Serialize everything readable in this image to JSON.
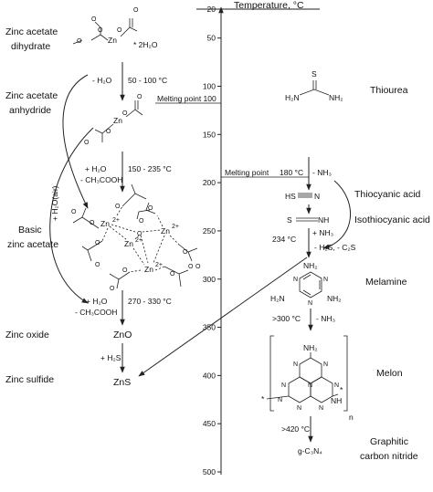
{
  "left_labels": {
    "zinc_acetate_dihydrate": [
      "Zinc acetate",
      "dihydrate"
    ],
    "zinc_acetate_anhydride": [
      "Zinc acetate",
      "anhydride"
    ],
    "basic_zinc_acetate": [
      "Basic",
      "zinc acetate"
    ],
    "zinc_oxide": "Zinc oxide",
    "zinc_sulfide": "Zinc sulfide"
  },
  "left_steps": {
    "step1_cond": "50 - 100 °C",
    "step1_reagent": "- H₂O",
    "step2_cond": "150 - 235 °C",
    "step2_reagent_1": "+ H₂O",
    "step2_reagent_2": "- CH₃COOH",
    "step3_cond": "270 - 330 °C",
    "step3_reagent_1": "+ H₂O",
    "step3_reagent_2": "- CH₃COOH",
    "step4_reagent": "+ H₂S",
    "air_water": "+ H₂O(air)"
  },
  "left_products": {
    "dihydrate_water": "* 2H₂O",
    "zno": "ZnO",
    "zns": "ZnS"
  },
  "atoms": {
    "zn": "Zn",
    "zn2": "Zn",
    "o": "O",
    "o_minus": "O",
    "charge2": "2+",
    "charge_minus": "-"
  },
  "axis": {
    "title": "Temperature, °C",
    "ticks": [
      "20",
      "50",
      "100",
      "150",
      "200",
      "250",
      "300",
      "350",
      "400",
      "450",
      "500"
    ],
    "melting_point_100": "Melting point 100",
    "melting_point_180": "Melting point",
    "melting_point_180_value": "180 °C"
  },
  "right_labels": {
    "thiourea": "Thiourea",
    "thiocyanic": "Thiocyanic acid",
    "isothiocyanic": "Isothiocyanic acid",
    "melamine": "Melamine",
    "melon": "Melon",
    "gcn": [
      "Graphitic",
      "carbon nitride"
    ]
  },
  "right_steps": {
    "nh3_loss": "- NH₃",
    "nh3_gain": "+ NH₃",
    "cond_234": "234 °C",
    "h2s_cs2": "- H₂S, - C₂S",
    "cond_300": ">300 °C",
    "nh3_loss_2": "- NH₃",
    "cond_420": ">420 °C",
    "g_c3n4": "g-C₃N₄"
  },
  "molecules": {
    "s": "S",
    "h2n": "H₂N",
    "nh2": "NH₂",
    "hs_n": "HS",
    "n": "N",
    "nh": "NH",
    "n_sub": "n",
    "star": "*"
  }
}
